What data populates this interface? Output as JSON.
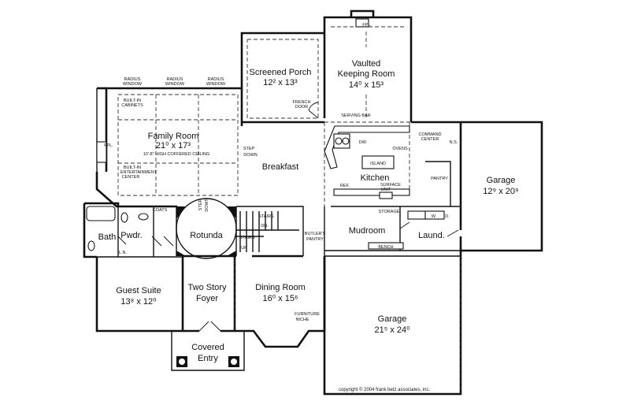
{
  "rooms": {
    "screened_porch": {
      "name": "Screened Porch",
      "dim": "12² x 13³"
    },
    "keeping_room": {
      "name1": "Vaulted",
      "name2": "Keeping Room",
      "dim": "14⁰ x 15³"
    },
    "family_room": {
      "name": "Family Room",
      "dim": "21⁰ x 17³",
      "ceiling": "10'-8\" HIGH COFFERED CEILING"
    },
    "breakfast": {
      "name": "Breakfast"
    },
    "kitchen": {
      "name": "Kitchen"
    },
    "garage_right": {
      "name": "Garage",
      "dim": "12⁹ x 20⁹"
    },
    "rotunda": {
      "name": "Rotunda"
    },
    "bath": {
      "name": "Bath"
    },
    "powder": {
      "name": "Pwdr."
    },
    "mudroom": {
      "name": "Mudroom"
    },
    "laundry": {
      "name": "Laund."
    },
    "guest_suite": {
      "name": "Guest Suite",
      "dim": "13⁸ x 12⁰"
    },
    "foyer": {
      "name1": "Two Story",
      "name2": "Foyer"
    },
    "dining_room": {
      "name": "Dining Room",
      "dim": "16⁰ x 15⁶"
    },
    "garage_main": {
      "name": "Garage",
      "dim": "21⁵ x 24⁰"
    },
    "covered_entry": {
      "name1": "Covered",
      "name2": "Entry"
    }
  },
  "notes": {
    "fpl_top": "FPL.",
    "fpl_left": "FPL.",
    "radius_window_1": "RADIUS",
    "radius_window_1b": "WINDOW",
    "radius_window_2": "RADIUS",
    "radius_window_2b": "WINDOW",
    "radius_window_3": "RADIUS",
    "radius_window_3b": "WINDOW",
    "built_in_cabinets_1": "BUILT-IN",
    "built_in_cabinets_2": "CABINETS",
    "built_in_ent_1": "BUILT-IN",
    "built_in_ent_2": "ENTERTAINMENT",
    "built_in_ent_3": "CENTER",
    "french_door_1": "FRENCH",
    "french_door_2": "DOOR",
    "serving_bar": "SERVING BAR",
    "dw": "DW.",
    "ovens": "OVENS",
    "island": "ISLAND",
    "command_center_1": "COMMAND",
    "command_center_2": "CENTER",
    "ns": "N.S.",
    "pantry": "PANTRY",
    "ref": "REF.",
    "surface_unit_1": "SURFACE",
    "surface_unit_2": "UNIT",
    "step_down_1": "STEP",
    "step_down_2": "DOWN",
    "step_down_rot_1": "STEP",
    "step_down_rot_2": "DOWN",
    "stairs_dn_1": "STAIRS",
    "stairs_dn_2": "DN.",
    "stairs_up_1": "STAIRS",
    "stairs_up_2": "UP",
    "coats": "COATS",
    "ln": "L.N.",
    "butlers_pantry_1": "BUTLER'S",
    "butlers_pantry_2": "PANTRY",
    "storage": "STORAGE",
    "w": "W.",
    "d": "D.",
    "bench": "BENCH",
    "furniture_niche_1": "FURNITURE",
    "furniture_niche_2": "NICHE"
  },
  "copyright": "copyright © 2004 frank betz associates, inc."
}
